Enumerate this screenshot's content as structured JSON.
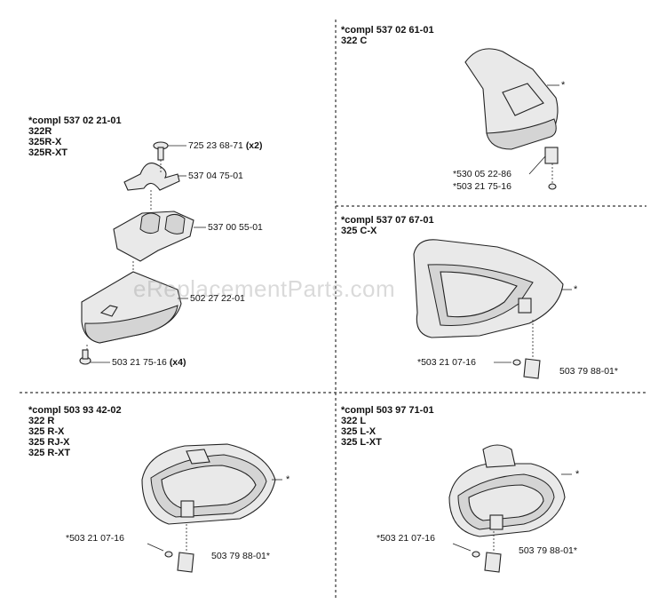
{
  "watermark": "eReplacementParts.com",
  "sections": {
    "top_left": {
      "header": [
        "*compl 537 02 21-01",
        "322R",
        "325R-X",
        "325R-XT"
      ],
      "parts": [
        {
          "number": "725 23 68-71",
          "qty": "(x2)"
        },
        {
          "number": "537 04 75-01",
          "qty": ""
        },
        {
          "number": "537 00 55-01",
          "qty": ""
        },
        {
          "number": "502 27 22-01",
          "qty": ""
        },
        {
          "number": "503 21 75-16",
          "qty": "(x4)"
        }
      ]
    },
    "top_right": {
      "header": [
        "*compl 537 02 61-01",
        "322 C"
      ],
      "parts": [
        {
          "number": "*530 05 22-86",
          "qty": ""
        },
        {
          "number": "*503 21 75-16",
          "qty": ""
        }
      ],
      "star": "*"
    },
    "mid_right": {
      "header": [
        "*compl 537 07 67-01",
        "325 C-X"
      ],
      "parts": [
        {
          "number": "*503 21 07-16",
          "qty": ""
        },
        {
          "number": "503 79 88-01*",
          "qty": ""
        }
      ],
      "star": "*"
    },
    "bottom_left": {
      "header": [
        "*compl 503 93 42-02",
        "322 R",
        "325 R-X",
        "325 RJ-X",
        "325 R-XT"
      ],
      "parts": [
        {
          "number": "*503 21 07-16",
          "qty": ""
        },
        {
          "number": "503 79 88-01*",
          "qty": ""
        }
      ],
      "star": "*"
    },
    "bottom_right": {
      "header": [
        "*compl 503 97 71-01",
        "322 L",
        "325 L-X",
        "325 L-XT"
      ],
      "parts": [
        {
          "number": "*503 21 07-16",
          "qty": ""
        },
        {
          "number": "503 79 88-01*",
          "qty": ""
        }
      ],
      "star": "*"
    }
  }
}
